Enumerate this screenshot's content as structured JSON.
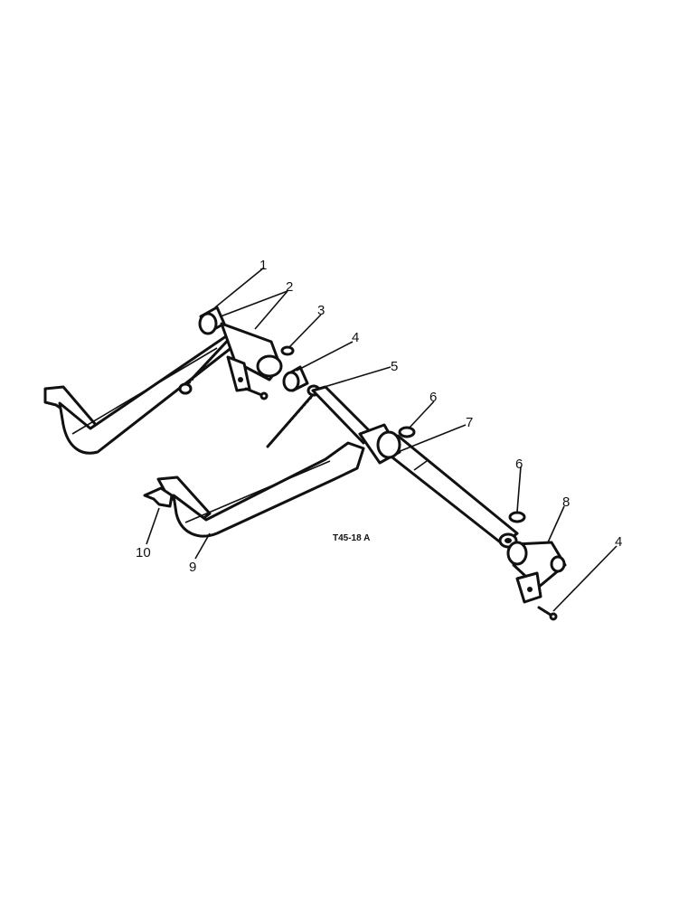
{
  "drawing_code": "T45-18 A",
  "callouts": [
    {
      "id": "callout-1",
      "text": "1"
    },
    {
      "id": "callout-2",
      "text": "2"
    },
    {
      "id": "callout-3",
      "text": "3"
    },
    {
      "id": "callout-4-top",
      "text": "4"
    },
    {
      "id": "callout-5",
      "text": "5"
    },
    {
      "id": "callout-6-top",
      "text": "6"
    },
    {
      "id": "callout-7",
      "text": "7"
    },
    {
      "id": "callout-6-bottom",
      "text": "6"
    },
    {
      "id": "callout-8",
      "text": "8"
    },
    {
      "id": "callout-4-bottom",
      "text": "4"
    },
    {
      "id": "callout-9",
      "text": "9"
    },
    {
      "id": "callout-10",
      "text": "10"
    }
  ]
}
